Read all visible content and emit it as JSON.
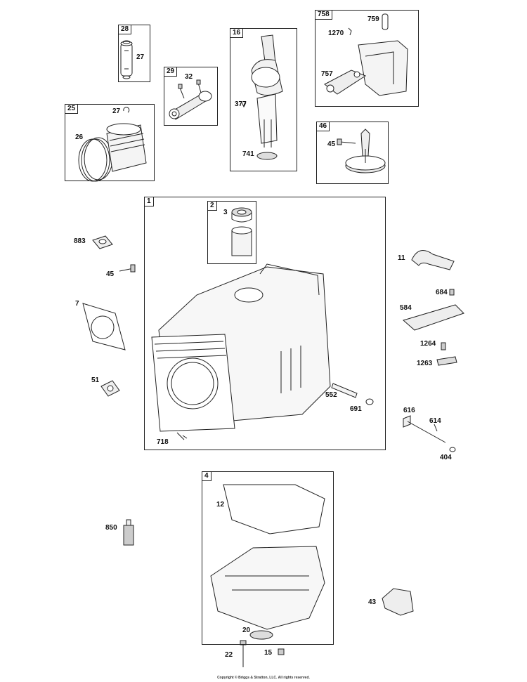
{
  "boxes": {
    "b28": "28",
    "b29": "29",
    "b25": "25",
    "b16": "16",
    "b758": "758",
    "b46": "46",
    "b1": "1",
    "b2": "2",
    "b4": "4"
  },
  "labels": {
    "p27a": "27",
    "p32": "32",
    "p27b": "27",
    "p26": "26",
    "p377": "377",
    "p741": "741",
    "p759": "759",
    "p1270": "1270",
    "p757": "757",
    "p45a": "45",
    "p3": "3",
    "p883": "883",
    "p45b": "45",
    "p7": "7",
    "p51": "51",
    "p552": "552",
    "p691": "691",
    "p718": "718",
    "p11": "11",
    "p684": "684",
    "p584": "584",
    "p1264": "1264",
    "p1263": "1263",
    "p616": "616",
    "p614": "614",
    "p404": "404",
    "p12": "12",
    "p850": "850",
    "p43": "43",
    "p20": "20",
    "p22": "22",
    "p15": "15"
  },
  "copyright": "Copyright © Briggs & Stratton, LLC. All rights reserved."
}
